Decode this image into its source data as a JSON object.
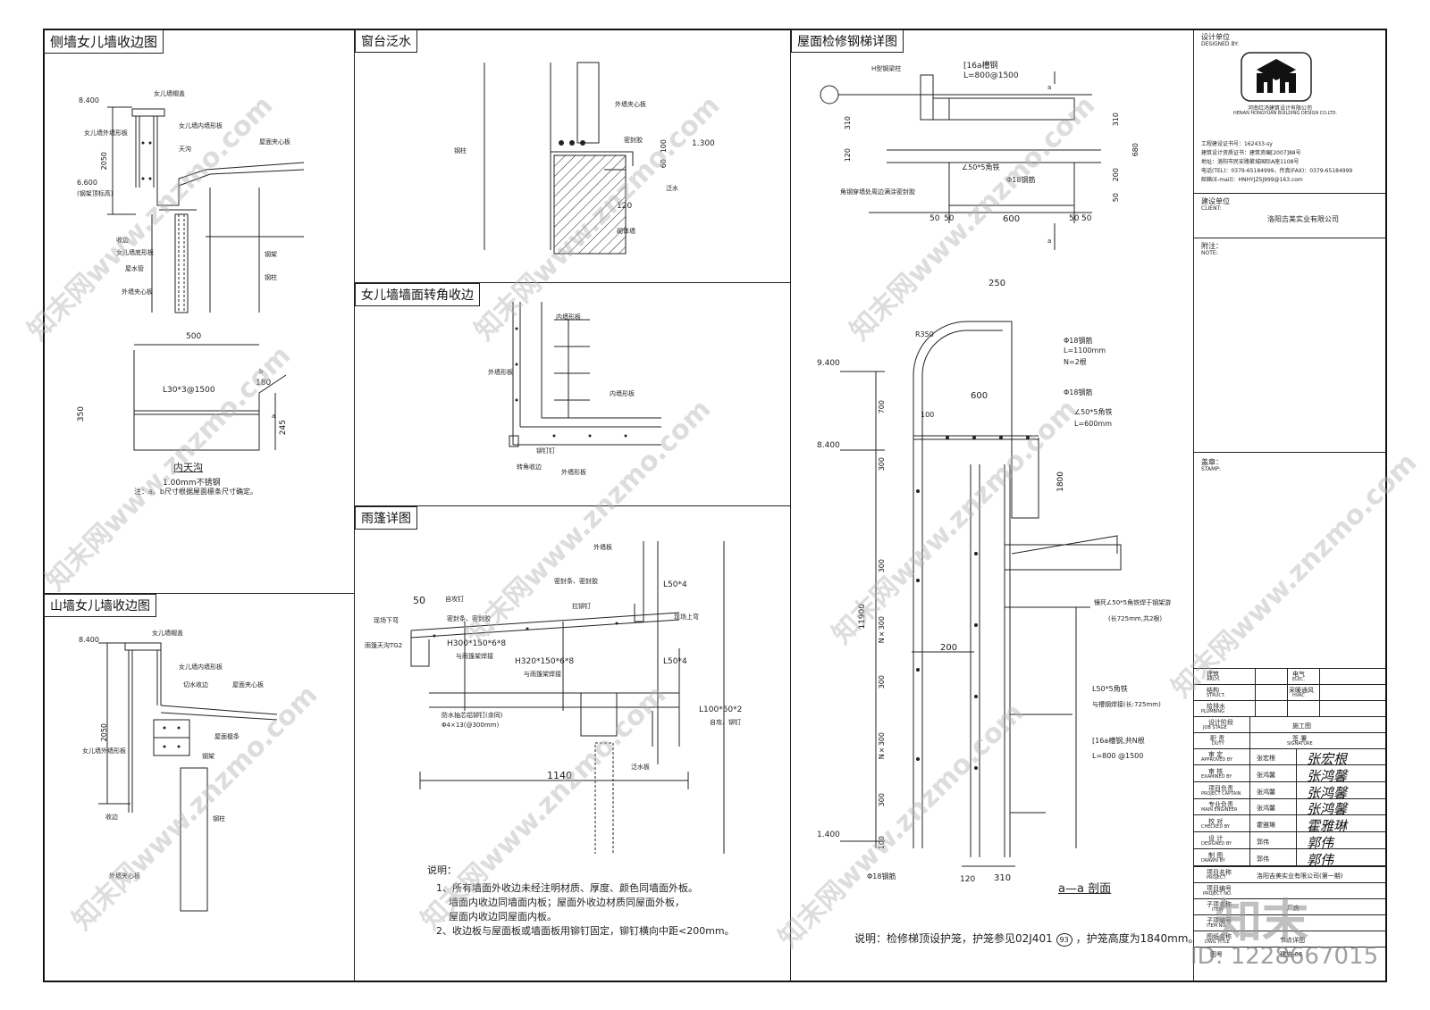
{
  "panels": {
    "side_parapet": {
      "title": "侧墙女儿墙收边图",
      "labels": [
        "8.400",
        "2050",
        "6.600",
        "(钢架顶标高)",
        "女儿墙帽盖",
        "女儿墙内墙形板",
        "女儿墙外墙形板",
        "天沟",
        "屋面夹心板",
        "收边",
        "女儿墙底形板",
        "屋水管",
        "外墙夹心板",
        "钢架",
        "钢柱"
      ],
      "gutter_dims": [
        "500",
        "350",
        "L30*3@1500",
        "b",
        "180",
        "a",
        "245"
      ],
      "gutter_title": "内天沟",
      "gutter_note1": "1.00mm不锈钢",
      "gutter_note2": "注：a、b尺寸根据屋面檩条尺寸确定。"
    },
    "window_sill": {
      "title": "窗台泛水",
      "labels": [
        "外墙夹心板",
        "密封胶",
        "钢柱",
        "100",
        "60",
        "1.300",
        "泛水",
        "120",
        "砌体墙"
      ]
    },
    "parapet_corner": {
      "title": "女儿墙墙面转角收边",
      "labels": [
        "内墙形板",
        "外墙形板",
        "内墙形板",
        "铆钉钉",
        "转角收边",
        "外墙形板"
      ]
    },
    "gable_parapet": {
      "title": "山墙女儿墙收边图",
      "labels": [
        "8.400",
        "2050",
        "女儿墙帽盖",
        "女儿墙内墙形板",
        "切水收边",
        "屋面夹心板",
        "屋面檩条",
        "钢架",
        "女儿墙外墙形板",
        "收边",
        "钢柱",
        "外墙夹心板"
      ]
    },
    "canopy": {
      "title": "雨篷详图",
      "labels": [
        "外墙板",
        "50",
        "自攻钉",
        "密封条、密封胶",
        "L50*4",
        "拉铆钉",
        "现场上弯",
        "现场下弯",
        "密封条、密封胶",
        "雨篷天沟TG2",
        "H300*150*6*8",
        "H320*150*6*8",
        "与雨篷架焊接",
        "与雨篷架焊接",
        "L50*4",
        "L100*50*2",
        "自攻、铆钉",
        "防水抽芯铝铆钉(余同)",
        "Φ4×13(@300mm)",
        "泛水板",
        "1140"
      ],
      "notes_title": "说明：",
      "notes": [
        "1、所有墙面外收边未经注明材质、厚度、颜色同墙面外板。",
        "墙面内收边同墙面内板；屋面外收边材质同屋面外板，",
        "屋面内收边同屋面内板。",
        "2、收边板与屋面板或墙面板用铆钉固定，铆钉横向中距<200mm。"
      ]
    },
    "ladder": {
      "title": "屋面检修钢梯详图",
      "labels": [
        "H型钢梁柱",
        "[16a槽钢",
        "L=800@1500",
        "a",
        "310",
        "120",
        "310",
        "200",
        "50",
        "680",
        "∠50*5角铁",
        "Φ18钢筋",
        "角钢穿墙处周边满涂密封胶",
        "50",
        "50",
        "600",
        "50",
        "50",
        "a",
        "250",
        "R350",
        "Φ18钢筋",
        "L=1100mm",
        "N=2根",
        "9.400",
        "600",
        "Φ18钢筋",
        "∠50*5角铁",
        "L=600mm",
        "100",
        "8.400",
        "700",
        "300",
        "1800",
        "300",
        "11900",
        "N×300",
        "200",
        "300",
        "N×300",
        "300",
        "100",
        "1.400",
        "Φ18钢筋",
        "120",
        "310",
        "镶死∠50*5角铁焊于钢架游",
        "(长725mm,共2根)",
        "L50*5角铁",
        "与槽钢焊接(长:725mm)",
        "[16a槽钢,共N根",
        "L=800 @1500"
      ],
      "section_title": "a—a 剖面",
      "note": "说明：检修梯顶设护笼，护笼参见02J401",
      "note_ref": "93",
      "note_tail": "，护笼高度为1840mm。"
    }
  },
  "title_block": {
    "designer_label": "设计单位",
    "designer_label_en": "DESIGNED BY:",
    "company_cn": "河南红鸿建筑设计有限公司",
    "company_en": "HENAN HONGYUAN BUILDING DESIGN CO.LTD.",
    "info": [
      "工程建设证书号：162433-sy",
      "建筑设计资质证书：建筑资编[2007]88号",
      "地址：洛阳市民安路繁城国际A座1108号",
      "电话(TEL)：0379-65184999，传真(FAX)：0379-65184999",
      "邮箱(E-mail)：HNHYJZSJ999@163.com"
    ],
    "client_label": "建设单位",
    "client_label_en": "CLIENT:",
    "client": "洛阳吉美实业有限公司",
    "note_label": "附注：",
    "note_label_en": "NOTE:",
    "stamp_label": "盖章：",
    "stamp_label_en": "STAMP:",
    "disciplines": [
      [
        "建筑",
        "ARCH.",
        "电气",
        "ELEC."
      ],
      [
        "结构",
        "STRUCT.",
        "采暖通风",
        "HVAC"
      ],
      [
        "给排水",
        "PLUMBING",
        "",
        ""
      ]
    ],
    "stage_label": "设计阶段",
    "stage_label_en": "JOB STAGE",
    "stage": "施工图",
    "duty_label": "职 责",
    "duty_label_en": "DUTY",
    "signature_label": "签 署",
    "signature_label_en": "SIGNATURE",
    "roles": [
      [
        "审 定",
        "APPROVED BY",
        "张宏根"
      ],
      [
        "审 核",
        "EXAMINED BY",
        "张鸿馨"
      ],
      [
        "项目负责",
        "PROJECT CAPTAIN",
        "张鸿馨"
      ],
      [
        "专业负责",
        "MAIN ENGINEER",
        "张鸿馨"
      ],
      [
        "校 对",
        "CHECKED BY",
        "霍雅琳"
      ],
      [
        "设 计",
        "DESIGNED BY",
        "郭伟"
      ],
      [
        "制 图",
        "DRAWN BY",
        "郭伟"
      ]
    ],
    "project_label": "项目名称",
    "project_label_en": "PROJECT",
    "project": "洛阳吉美实业有限公司(第一期)",
    "project_no_label": "项目编号",
    "project_no_label_en": "PROJECT NO.",
    "item_label": "子项名称",
    "item_label_en": "ITEM",
    "item": "厂房",
    "item_no_label": "子项编号",
    "item_no_label_en": "ITEM NO.",
    "drawing_label": "图纸名称",
    "drawing_label_en": "DWG TITLE",
    "drawing": "节点详图",
    "dwg_no_label": "图号",
    "dwg_no": "建施-06"
  },
  "watermarks": {
    "site": "知末网www.znzmo.com",
    "brand": "知末",
    "id": "ID: 1228667015"
  }
}
